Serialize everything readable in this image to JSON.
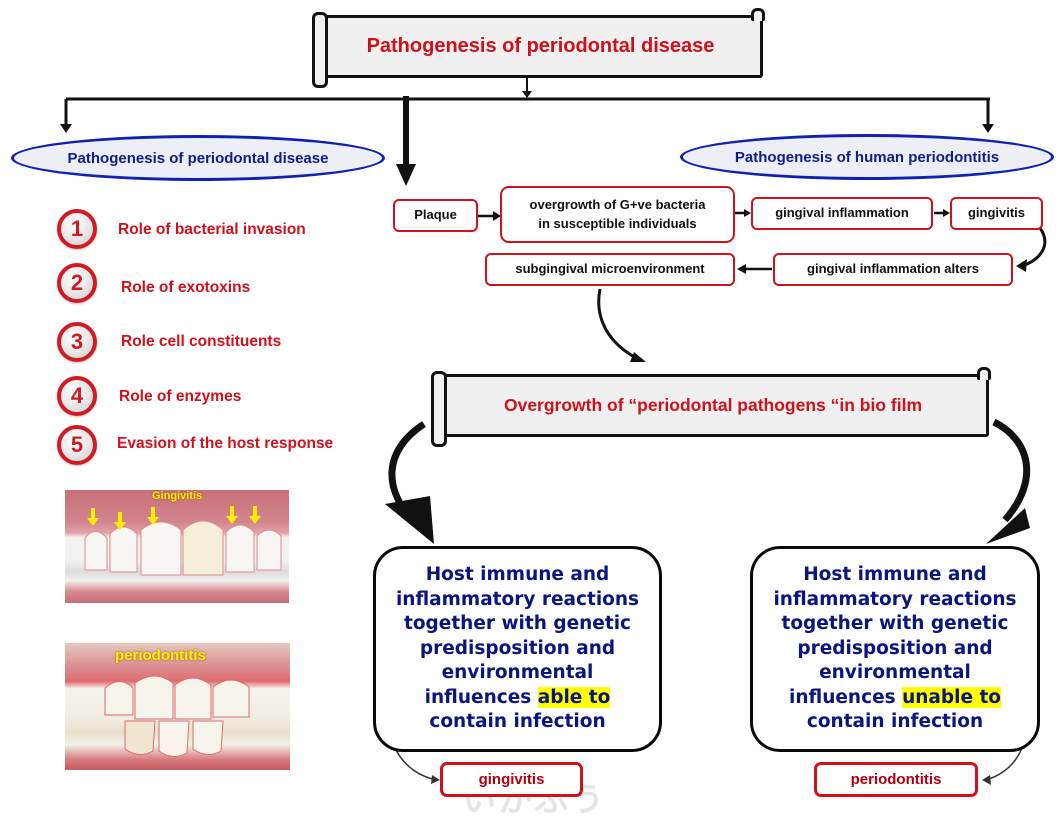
{
  "title": "Pathogenesis of periodontal disease",
  "left_ellipse": "Pathogenesis of periodontal disease",
  "right_ellipse": "Pathogenesis of human periodontitis",
  "roles": [
    {
      "number": "1",
      "label": "Role of bacterial invasion"
    },
    {
      "number": "2",
      "label": "Role of exotoxins"
    },
    {
      "number": "3",
      "label": "Role cell constituents"
    },
    {
      "number": "4",
      "label": "Role of enzymes"
    },
    {
      "number": "5",
      "label": "Evasion of the host response"
    }
  ],
  "flow": {
    "plaque": "Plaque",
    "overgrowth_line1": "overgrowth of G+ve bacteria",
    "overgrowth_line2": "in susceptible individuals",
    "gingival_inflammation": "gingival inflammation",
    "gingivitis": "gingivitis",
    "inflammation_alters": "gingival inflammation alters",
    "subgingival": "subgingival microenvironment"
  },
  "biofilm_banner": "Overgrowth of “periodontal pathogens “in bio film",
  "photos": {
    "gingivitis_label": "Gingivitis",
    "periodontitis_label": "periodontitis"
  },
  "host_left": {
    "lines": [
      "Host immune and",
      "inflammatory reactions",
      "together with genetic",
      "predisposition and",
      "environmental"
    ],
    "last_prefix": "influences ",
    "highlight": "able to",
    "final": "contain infection"
  },
  "host_right": {
    "lines": [
      "Host immune and",
      "inflammatory reactions",
      "together with genetic",
      "predisposition and",
      "environmental"
    ],
    "last_prefix": "influences ",
    "highlight": "unable to",
    "final": "contain infection"
  },
  "outcomes": {
    "left": "gingivitis",
    "right": "periodontitis"
  },
  "watermark": "いかふう",
  "colors": {
    "title_red": "#d0101a",
    "ellipse_blue": "#1020b0",
    "host_text_navy": "#0a1580",
    "highlight_yellow": "#ffff00"
  }
}
